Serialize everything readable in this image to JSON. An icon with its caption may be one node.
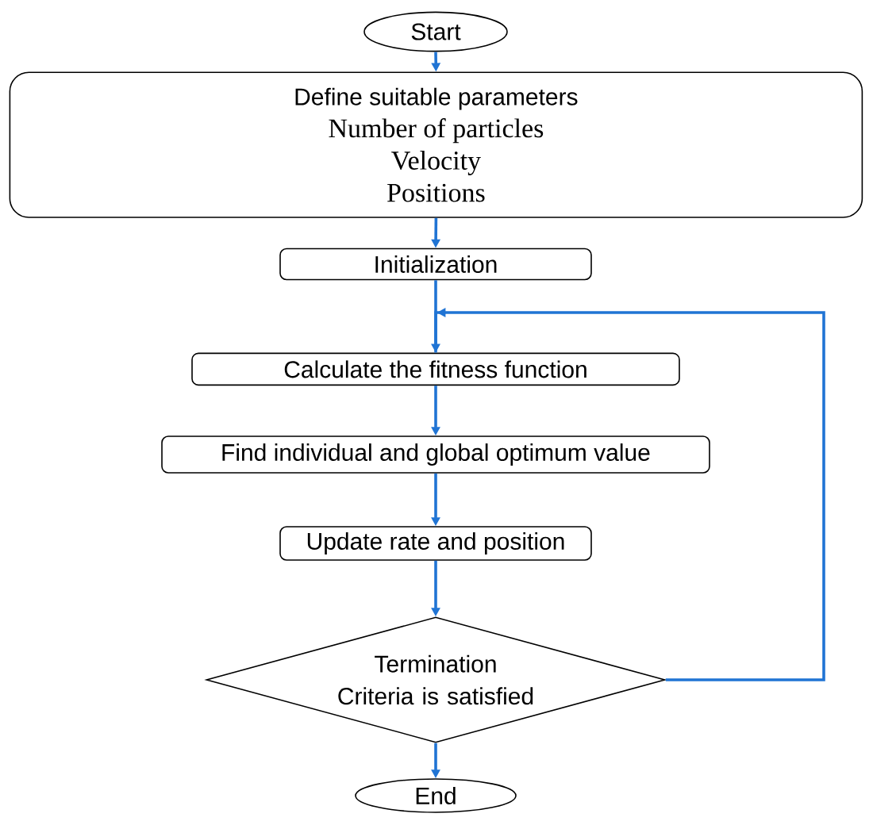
{
  "diagram": {
    "nodes": [
      {
        "text": [
          "Start"
        ]
      },
      {
        "text": [
          "Define suitable parameters",
          "Number of particles",
          "Velocity",
          "Positions"
        ]
      },
      {
        "text": [
          "Initialization"
        ]
      },
      {
        "text": [
          "Calculate the fitness function"
        ]
      },
      {
        "text": [
          "Find individual and global optimum value"
        ]
      },
      {
        "text": [
          "Update rate and position"
        ]
      },
      {
        "text": [
          "Termination Criteria is satisfied"
        ]
      },
      {
        "text": [
          "End"
        ]
      }
    ],
    "edges": [
      {
        "from": 0,
        "to": 1,
        "arrow": "to"
      },
      {
        "from": 1,
        "to": 2,
        "arrow": "to"
      },
      {
        "from": 2,
        "to": 3,
        "arrow": "to"
      },
      {
        "from": 3,
        "to": 4,
        "arrow": "to"
      },
      {
        "from": 4,
        "to": 5,
        "arrow": "to"
      },
      {
        "from": 5,
        "to": 6,
        "arrow": "to"
      },
      {
        "from": 6,
        "to": 7,
        "arrow": "to"
      },
      {
        "from": 6,
        "to": 3,
        "arrow": "to"
      }
    ]
  }
}
